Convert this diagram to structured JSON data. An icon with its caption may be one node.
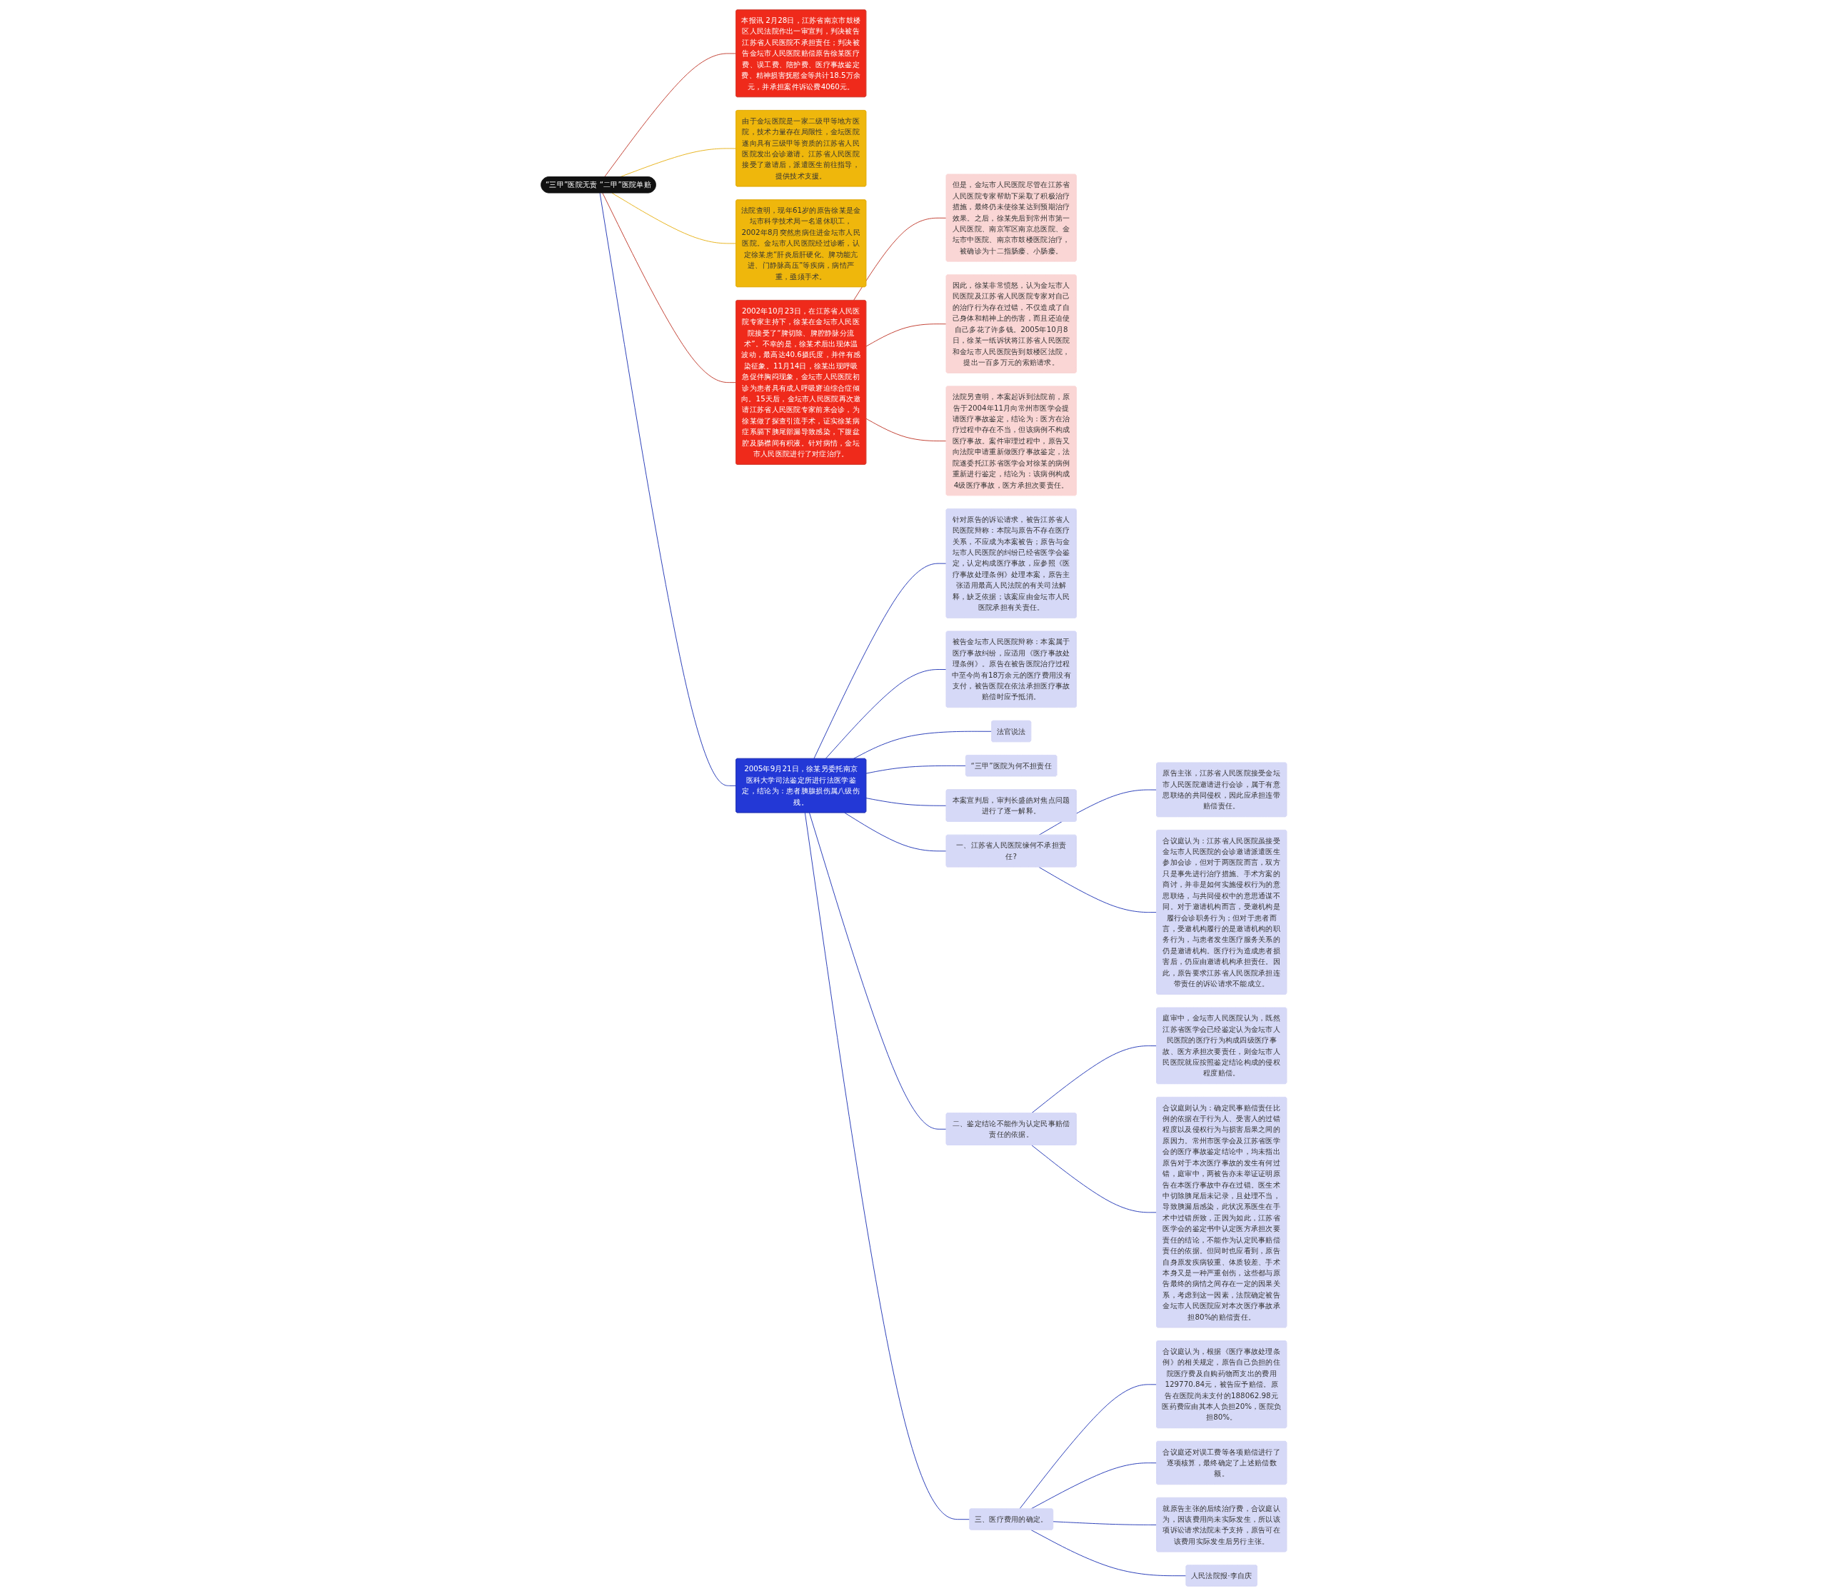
{
  "diagram": {
    "nodes": [
      {
        "text": [
          "“三甲”医院无责 “二甲”医院单赔"
        ]
      },
      {
        "text": [
          "本报讯 2月28日，江苏省南京市鼓楼区人民法院作出一审宣判，判决被告江苏省人民医院不承担责任；判决被告金坛市人民医院赔偿原告徐某医疗费、误工费、陪护费、医疗事故鉴定费、精神损害抚慰金等共计18.5万余元，并承担案件诉讼费4060元。"
        ]
      },
      {
        "text": [
          "由于金坛医院是一家二级甲等地方医院，技术力量存在局限性，金坛医院遂向具有三级甲等资质的江苏省人民医院发出会诊邀请。江苏省人民医院接受了邀请后，派遣医生前往指导，提供技术支援。"
        ]
      },
      {
        "text": [
          "法院查明，现年61岁的原告徐某是金坛市科学技术局一名退休职工，2002年8月突然患病住进金坛市人民医院。金坛市人民医院经过诊断，认定徐某患“肝炎后肝硬化、脾功能亢进、门静脉高压”等疾病，病情严重，亟须手术。"
        ]
      },
      {
        "text": [
          "2002年10月23日，在江苏省人民医院专家主持下，徐某在金坛市人民医院接受了“脾切除、脾腔静脉分流术”。不幸的是，徐某术后出现体温波动，最高达40.6摄氏度，并伴有感染征象。11月14日，徐某出现呼吸急促伴胸闷现象，金坛市人民医院初诊为患者具有成人呼吸窘迫综合症倾向。15天后，金坛市人民医院再次邀请江苏省人民医院专家前来会诊，为徐某做了探查引流手术，证实徐某病症系膈下胰尾部漏导致感染，下腹盆腔及肠襟间有积液。针对病情，金坛市人民医院进行了对症治疗。"
        ]
      },
      {
        "text": [
          "但是，金坛市人民医院尽管在江苏省人民医院专家帮助下采取了积极治疗措施，最终仍未使徐某达到预期治疗效果。之后，徐某先后到常州市第一人民医院、南京军区南京总医院、金坛市中医院、南京市鼓楼医院治疗，被确诊为十二指肠瘘、小肠瘘。"
        ]
      },
      {
        "text": [
          "因此，徐某非常愤怒，认为金坛市人民医院及江苏省人民医院专家对自己的治疗行为存在过错，不仅造成了自己身体和精神上的伤害，而且还迫使自己多花了许多钱。2005年10月8日，徐某一纸诉状将江苏省人民医院和金坛市人民医院告到鼓楼区法院，提出一百多万元的索赔请求。"
        ]
      },
      {
        "text": [
          "法院另查明，本案起诉到法院前，原告于2004年11月向常州市医学会提请医疗事故鉴定，结论为：医方在治疗过程中存在不当，但该病例不构成医疗事故。案件审理过程中，原告又向法院申请重新做医疗事故鉴定，法院遂委托江苏省医学会对徐某的病例重新进行鉴定，结论为：该病例构成4级医疗事故，医方承担次要责任。"
        ]
      },
      {
        "text": [
          "2005年9月21日，徐某另委托南京医科大学司法鉴定所进行法医学鉴定，结论为：患者胰腺损伤属八级伤残。"
        ]
      },
      {
        "text": [
          "针对原告的诉讼请求，被告江苏省人民医院辩称：本院与原告不存在医疗关系，不应成为本案被告；原告与金坛市人民医院的纠纷已经省医学会鉴定，认定构成医疗事故，应参照《医疗事故处理条例》处理本案，原告主张适用最高人民法院的有关司法解释，缺乏依据；该案应由金坛市人民医院承担有关责任。"
        ]
      },
      {
        "text": [
          "被告金坛市人民医院辩称：本案属于医疗事故纠纷，应适用《医疗事故处理条例》。原告在被告医院治疗过程中至今尚有18万余元的医疗费用没有支付，被告医院在依法承担医疗事故赔偿时应予抵消。"
        ]
      },
      {
        "text": [
          "法官说法"
        ]
      },
      {
        "text": [
          "“三甲”医院为何不担责任"
        ]
      },
      {
        "text": [
          "本案宣判后，审判长盛皓对焦点问题进行了逐一解释。"
        ]
      },
      {
        "text": [
          "一、江苏省人民医院缘何不承担责任?"
        ]
      },
      {
        "text": [
          "原告主张，江苏省人民医院接受金坛市人民医院邀请进行会诊，属于有意思联络的共同侵权，因此应承担连带赔偿责任。"
        ]
      },
      {
        "text": [
          "合议庭认为：江苏省人民医院虽接受金坛市人民医院的会诊邀请派遣医生参加会诊，但对于两医院而言，双方只是事先进行治疗措施、手术方案的商讨，并非是如何实施侵权行为的意思联络，与共同侵权中的意思通谋不同。对于邀请机构而言，受邀机构是履行会诊职务行为；但对于患者而言，受邀机构履行的是邀请机构的职务行为，与患者发生医疗服务关系的仍是邀请机构。医疗行为造成患者损害后，仍应由邀请机构承担责任。因此，原告要求江苏省人民医院承担连带责任的诉讼请求不能成立。"
        ]
      },
      {
        "text": [
          "二、鉴定结论不能作为认定民事赔偿责任的依据。"
        ]
      },
      {
        "text": [
          "庭审中，金坛市人民医院认为，既然江苏省医学会已经鉴定认为金坛市人民医院的医疗行为构成四级医疗事故、医方承担次要责任，则金坛市人民医院就应按照鉴定结论构成的侵权程度赔偿。"
        ]
      },
      {
        "text": [
          "合议庭则认为：确定民事赔偿责任比例的依据在于行为人、受害人的过错程度以及侵权行为与损害后果之间的原因力。常州市医学会及江苏省医学会的医疗事故鉴定结论中，均未指出原告对于本次医疗事故的发生有何过错，庭审中，两被告亦未举证证明原告在本医疗事故中存在过错。医生术中切除胰尾后未记录，且处理不当，导致胰漏后感染，此状况系医生在手术中过错所致，正因为如此，江苏省医学会的鉴定书中认定医方承担次要责任的结论，不能作为认定民事赔偿责任的依据。但同时也应看到，原告自身原发疾病较重、体质较差、手术本身又是一种严重创伤，这些都与原告最终的病情之间存在一定的因果关系，考虑到这一因素，法院确定被告金坛市人民医院应对本次医疗事故承担80%的赔偿责任。"
        ]
      },
      {
        "text": [
          "三、医疗费用的确定。"
        ]
      },
      {
        "text": [
          "合议庭认为，根据《医疗事故处理条例》的相关规定，原告自己负担的住院医疗费及自购药物而支出的费用129770.84元，被告应予赔偿。原告在医院尚未支付的188062.98元医药费应由其本人负担20%，医院负担80%。"
        ]
      },
      {
        "text": [
          "合议庭还对误工费等各项赔偿进行了逐项核算，最终确定了上述赔偿数额。"
        ]
      },
      {
        "text": [
          "就原告主张的后续治疗费，合议庭认为，因该费用尚未实际发生，所以该项诉讼请求法院未予支持，原告可在该费用实际发生后另行主张。"
        ]
      },
      {
        "text": [
          "人民法院报·李自庆"
        ]
      }
    ],
    "edges": [
      {
        "from": 0,
        "to": 1,
        "arrow": "none",
        "color": "#c0392b"
      },
      {
        "from": 0,
        "to": 2,
        "arrow": "none",
        "color": "#e6b012"
      },
      {
        "from": 0,
        "to": 3,
        "arrow": "none",
        "color": "#e6b012"
      },
      {
        "from": 0,
        "to": 4,
        "arrow": "none",
        "color": "#c0392b"
      },
      {
        "from": 4,
        "to": 5,
        "arrow": "none",
        "color": "#c0392b"
      },
      {
        "from": 4,
        "to": 6,
        "arrow": "none",
        "color": "#c0392b"
      },
      {
        "from": 4,
        "to": 7,
        "arrow": "none",
        "color": "#c0392b"
      },
      {
        "from": 0,
        "to": 8,
        "arrow": "none"
      },
      {
        "from": 8,
        "to": 9,
        "arrow": "none"
      },
      {
        "from": 8,
        "to": 10,
        "arrow": "none"
      },
      {
        "from": 8,
        "to": 11,
        "arrow": "none"
      },
      {
        "from": 8,
        "to": 12,
        "arrow": "none"
      },
      {
        "from": 8,
        "to": 13,
        "arrow": "none"
      },
      {
        "from": 8,
        "to": 14,
        "arrow": "none"
      },
      {
        "from": 14,
        "to": 15,
        "arrow": "none"
      },
      {
        "from": 14,
        "to": 16,
        "arrow": "none"
      },
      {
        "from": 8,
        "to": 17,
        "arrow": "none"
      },
      {
        "from": 17,
        "to": 18,
        "arrow": "none"
      },
      {
        "from": 17,
        "to": 19,
        "arrow": "none"
      },
      {
        "from": 8,
        "to": 20,
        "arrow": "none"
      },
      {
        "from": 20,
        "to": 21,
        "arrow": "none"
      },
      {
        "from": 20,
        "to": 22,
        "arrow": "none"
      },
      {
        "from": 20,
        "to": 23,
        "arrow": "none"
      },
      {
        "from": 20,
        "to": 24,
        "arrow": "none"
      }
    ]
  }
}
